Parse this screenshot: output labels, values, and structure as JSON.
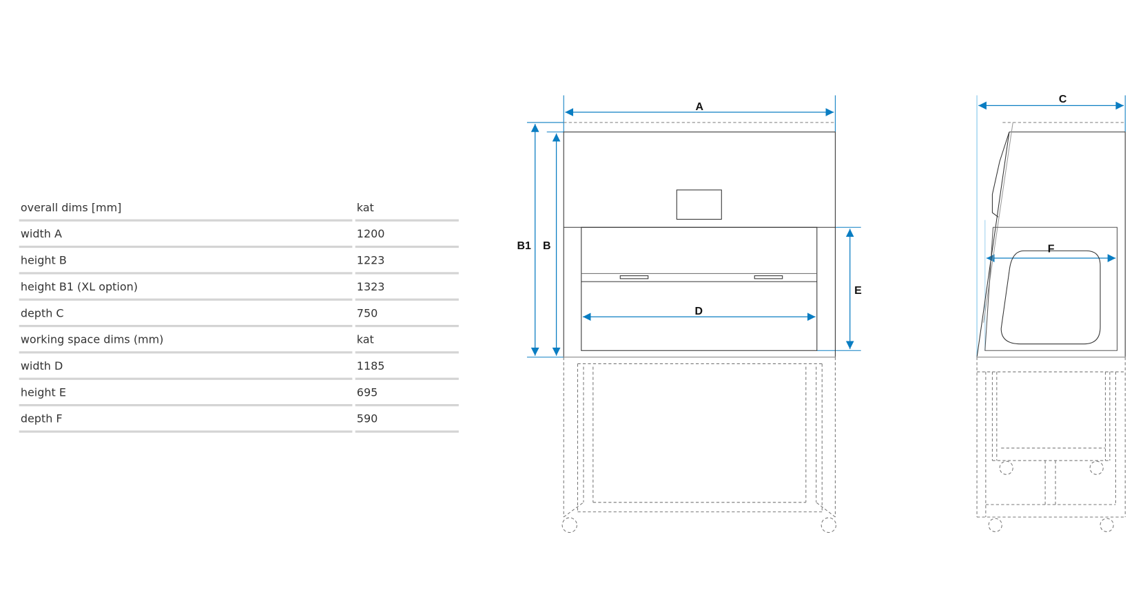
{
  "table": {
    "rows": [
      {
        "label": "overall dims [mm]",
        "value": "kat"
      },
      {
        "label": "width A",
        "value": "1200"
      },
      {
        "label": "height B",
        "value": "1223"
      },
      {
        "label": "height B1 (XL option)",
        "value": "1323"
      },
      {
        "label": "depth C",
        "value": "750"
      },
      {
        "label": "working space dims (mm)",
        "value": "kat"
      },
      {
        "label": "width D",
        "value": "1185"
      },
      {
        "label": "height E",
        "value": "695"
      },
      {
        "label": "depth F",
        "value": "590"
      }
    ]
  },
  "diagram": {
    "labels": {
      "A": "A",
      "B": "B",
      "B1": "B1",
      "C": "C",
      "D": "D",
      "E": "E",
      "F": "F"
    },
    "colors": {
      "dimension": "#0a7dc2",
      "outline": "#333333",
      "dashed": "#777777"
    }
  }
}
